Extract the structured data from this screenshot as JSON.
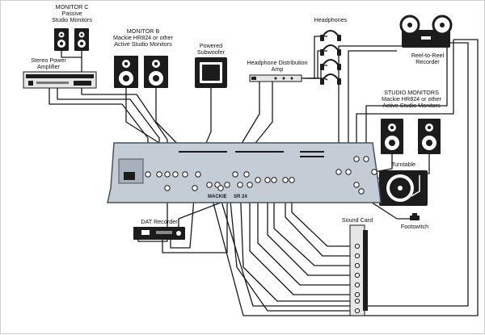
{
  "labels": {
    "monitor_c": [
      "MONITOR C",
      "Passive",
      "Studio Monitors"
    ],
    "stereo_amp": [
      "Stereo Power",
      "Amplifier"
    ],
    "monitor_b": [
      "MONITOR B",
      "Mackie HR824 or other",
      "Active Studio Monitors"
    ],
    "subwoofer": [
      "Powered",
      "Subwoofer"
    ],
    "headphone_amp": [
      "Headphone Distribution",
      "Amp"
    ],
    "headphones": "Headphones",
    "reel_recorder": [
      "Reel-to-Reel",
      "Recorder"
    ],
    "studio_monitors": [
      "STUDIO MONITORS",
      "Mackie HR824 or other",
      "Active Studio Monitors"
    ],
    "turntable": "Turntable",
    "dat_recorder": "DAT Recorder",
    "sound_card": "Sound Card",
    "footswitch": "Footswitch"
  },
  "mixer": {
    "brand": "MACKIE",
    "model": "SR 24"
  },
  "colors": {
    "line": "#1a1a1a",
    "mixer_panel": "#c4ccd6",
    "mixer_border": "#4a5260",
    "device_dark": "#1c1c1c",
    "background": "#ffffff"
  }
}
